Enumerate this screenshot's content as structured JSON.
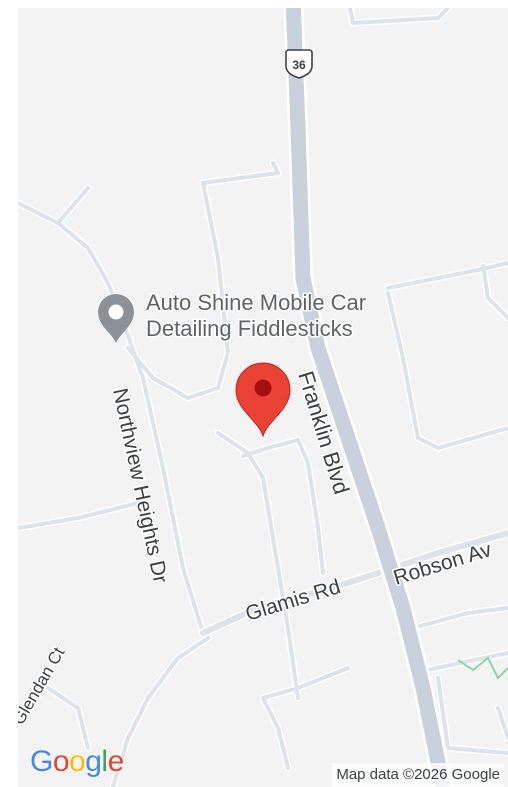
{
  "map": {
    "highway_shield": "36",
    "roads": {
      "franklin_blvd": "Franklin Blvd",
      "northview_heights_dr": "Northview Heights Dr",
      "glamis_rd": "Glamis Rd",
      "robson_ave": "Robson Av",
      "glendan_ct": "Glendan Ct"
    },
    "poi": {
      "name_line1": "Auto Shine Mobile Car",
      "name_line2": "Detailing Fiddlesticks",
      "icon": "place-pin-icon"
    },
    "marker": {
      "icon": "red-location-marker-icon",
      "color": "#ea4335"
    },
    "logo": {
      "letters": [
        "G",
        "o",
        "o",
        "g",
        "l",
        "e"
      ],
      "colors": [
        "#4285f4",
        "#ea4335",
        "#fbbc05",
        "#4285f4",
        "#34a853",
        "#ea4335"
      ]
    },
    "attribution": "Map data ©2026 Google",
    "colors": {
      "background": "#f3f3f3",
      "road_minor": "#dde3ea",
      "road_major": "#c9d2dc",
      "road_casing": "#ffffff"
    }
  }
}
